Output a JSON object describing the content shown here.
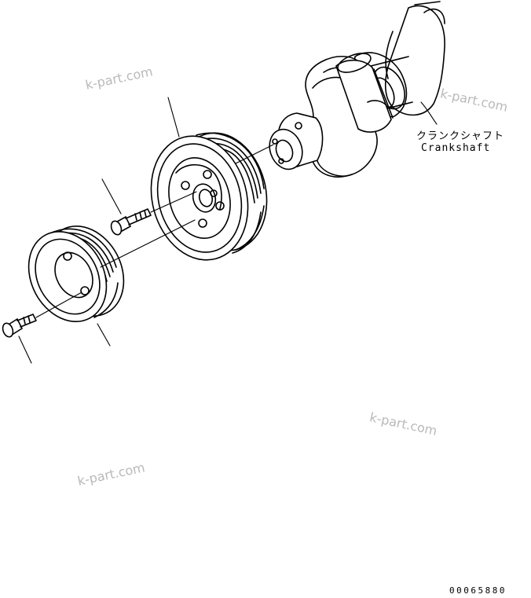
{
  "labels": {
    "crankshaft_jp": "クランクシャフト",
    "crankshaft_en": "Crankshaft"
  },
  "watermark": {
    "text": "k-part.com"
  },
  "drawing_code": "00065880"
}
